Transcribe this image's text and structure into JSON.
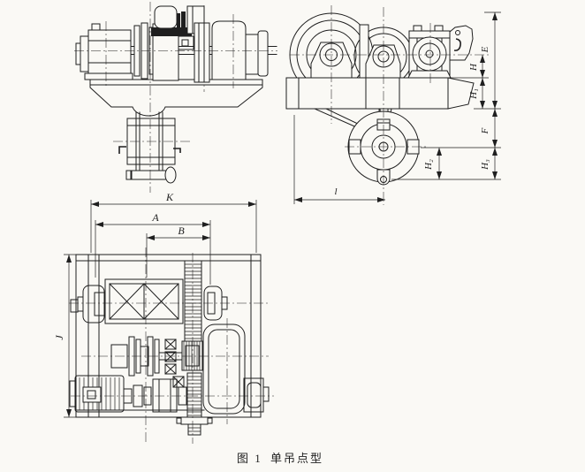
{
  "colors": {
    "ink": "#1f1f1f",
    "paper": "#faf9f5"
  },
  "caption": {
    "figure_no": "图 1",
    "title": "单吊点型"
  },
  "dimensions": {
    "side": [
      "E",
      "H",
      "H₁",
      "F",
      "H₂",
      "H₃",
      "l"
    ],
    "plan": [
      "K",
      "A",
      "B",
      "J"
    ]
  }
}
